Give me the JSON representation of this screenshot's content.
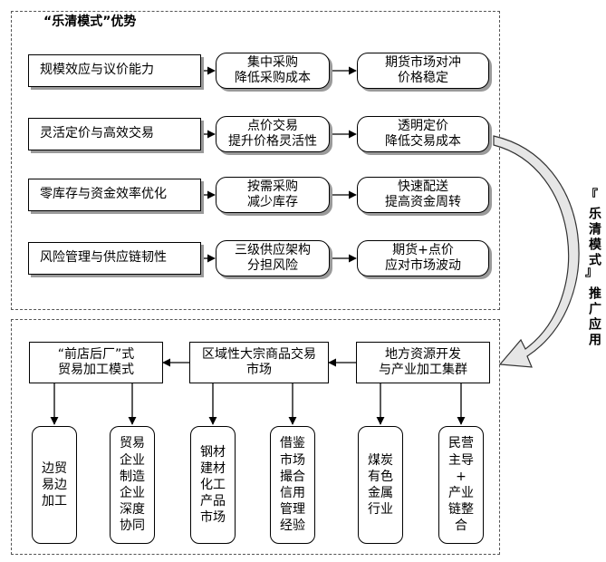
{
  "top_section": {
    "title": "“乐清模式”优势",
    "rows": [
      {
        "label": "规模效应与议价能力",
        "step1": "集中采购\n降低采购成本",
        "step2": "期货市场对冲\n价格稳定"
      },
      {
        "label": "灵活定价与高效交易",
        "step1": "点价交易\n提升价格灵活性",
        "step2": "透明定价\n降低交易成本"
      },
      {
        "label": "零库存与资金效率优化",
        "step1": "按需采购\n减少库存",
        "step2": "快速配送\n提高资金周转"
      },
      {
        "label": "风险管理与供应链韧性",
        "step1": "三级供应架构\n分担风险",
        "step2": "期货+点价\n应对市场波动"
      }
    ]
  },
  "side_label": {
    "bracket_title": "乐清模式",
    "bracket_open": "『",
    "bracket_close": "』",
    "text": "推广应用"
  },
  "bottom_section": {
    "headers": [
      {
        "text": "“前店后厂”式\n贸易加工模式"
      },
      {
        "text": "区域性大宗商品交易\n市场"
      },
      {
        "text": "地方资源开发\n与产业加工集群"
      }
    ],
    "leaves": [
      "边贸\n易边\n加工",
      "贸易\n企业\n制造\n企业\n深度\n协同",
      "钢材\n建材\n化工\n产品\n市场",
      "借鉴\n市场\n撮合\n信用\n管理\n经验",
      "煤炭\n有色\n金属\n行业",
      "民营\n主导\n+\n产业\n链整\n合"
    ]
  }
}
